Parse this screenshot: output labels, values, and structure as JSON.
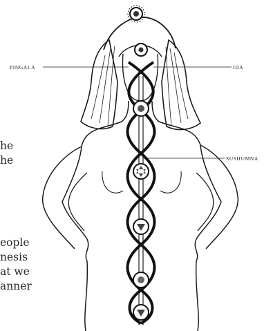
{
  "labels": {
    "pingala": "PINGALA",
    "ida": "IDA",
    "sushumna": "SUSHUMNA"
  },
  "cropped_text": [
    "he",
    "he",
    "eople",
    "nesis",
    "at we",
    "anner"
  ],
  "colors": {
    "ink": "#1b1b1b",
    "paper": "#ffffff",
    "text": "#2a2a2a"
  }
}
